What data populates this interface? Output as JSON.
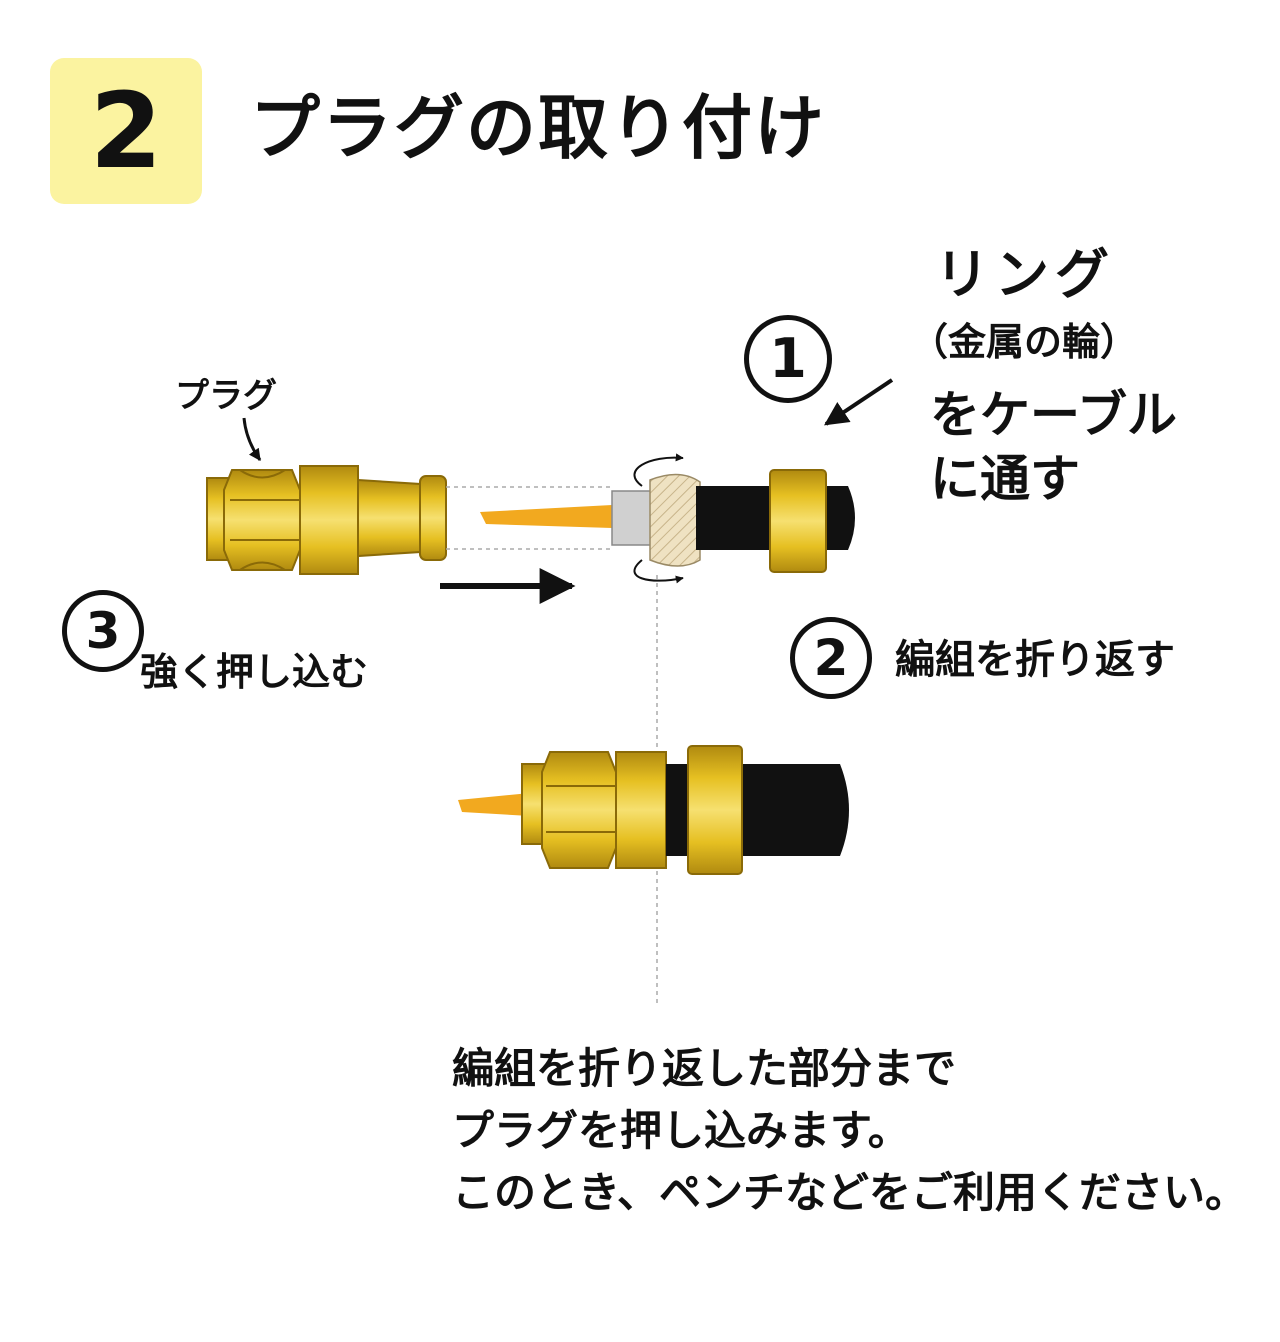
{
  "step": {
    "number": "2",
    "title": "プラグの取り付け",
    "badge_color": "#fbf3a0"
  },
  "labels": {
    "ring_title": "リング",
    "ring_sub": "（金属の輪）",
    "ring_line1": "をケーブル",
    "ring_line2": "に通す",
    "plug": "プラグ",
    "step1_num": "1",
    "step2_num": "2",
    "step2_text": "編組を折り返す",
    "step3_num": "3",
    "step3_text": "強く押し込む"
  },
  "note": {
    "lines": [
      "編組を折り返した部分まで",
      "プラグを押し込みます。",
      "このとき、ペンチなどをご利用ください。"
    ]
  },
  "colors": {
    "gold": "#e6c022",
    "gold_light": "#f6e070",
    "gold_dark": "#b08a10",
    "cable": "#111111",
    "conductor": "#f2a91f",
    "dielectric": "#d0d0d0",
    "braid": "#efe2c2",
    "guide": "#aaaaaa"
  }
}
